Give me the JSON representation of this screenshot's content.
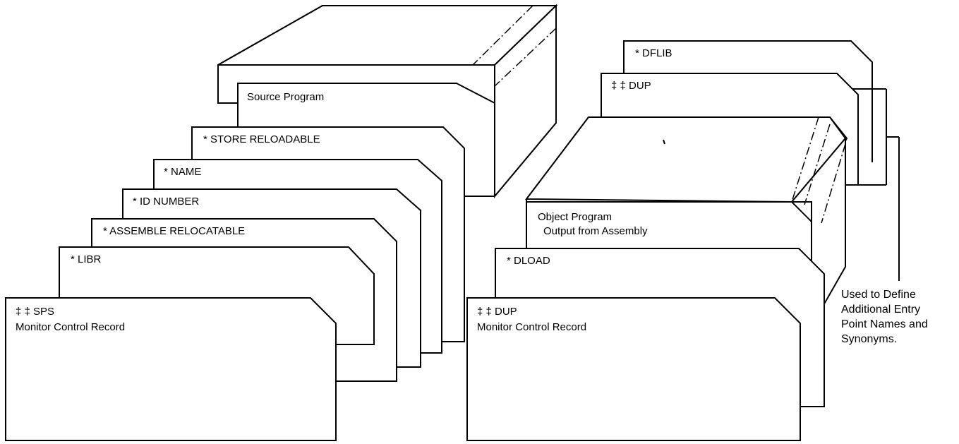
{
  "left_deck": {
    "source_program": "Source Program",
    "store_reloadable": "* STORE RELOADABLE",
    "name": "* NAME",
    "id_number": "* ID NUMBER",
    "assemble_relocatable": "* ASSEMBLE RELOCATABLE",
    "libr": "* LIBR",
    "sps_line1": "‡ ‡ SPS",
    "sps_line2": "Monitor Control Record"
  },
  "right_deck": {
    "dflib": "* DFLIB",
    "dup_top": "‡ ‡ DUP",
    "object_line1": "Object Program",
    "object_line2": "Output from Assembly",
    "dload": "* DLOAD",
    "dup_line1": "‡ ‡ DUP",
    "dup_line2": "Monitor Control Record"
  },
  "annotation": {
    "line1": "Used to Define",
    "line2": "Additional Entry",
    "line3": "Point Names and",
    "line4": "Synonyms."
  }
}
